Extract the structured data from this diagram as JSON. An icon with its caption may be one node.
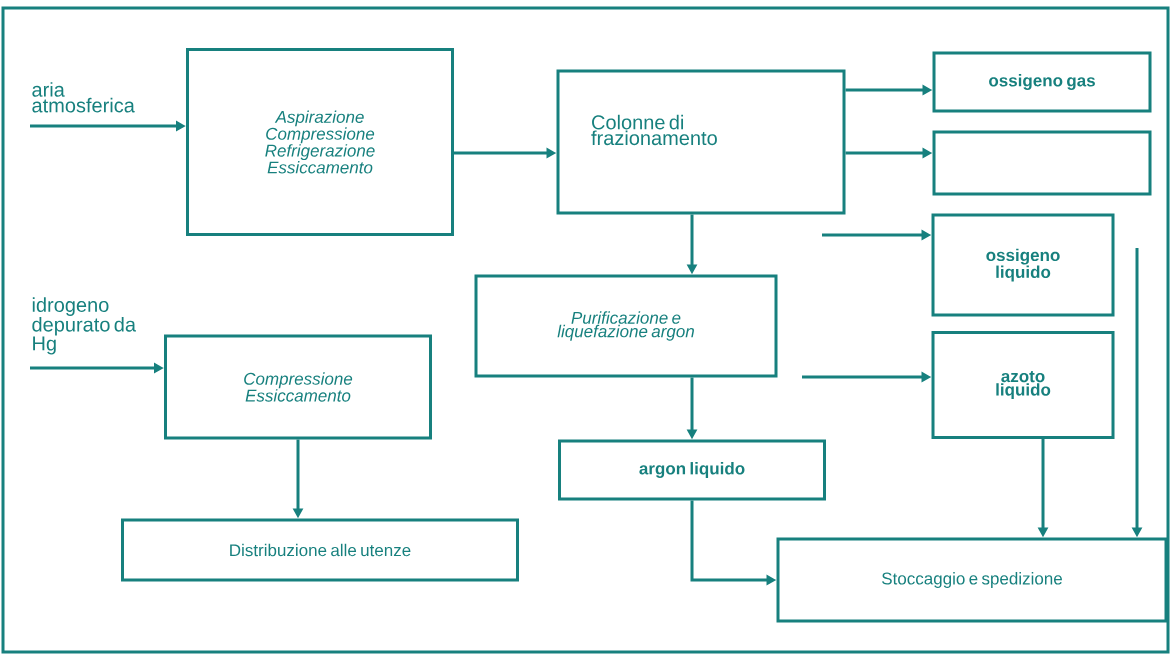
{
  "diagram": {
    "nodes": [
      {
        "text": [
          "aria atmosferica"
        ]
      },
      {
        "text": [
          "Aspirazione Compressione Refrigerazione Essiccamento"
        ]
      },
      {
        "text": [
          "Colonne di frazionamento"
        ]
      },
      {
        "text": [
          "ossigeno gas"
        ]
      },
      {
        "text": [],
        "shape": "box"
      },
      {
        "text": [
          "ossigeno liquido"
        ]
      },
      {
        "text": [
          "idrogeno depurato da Hg"
        ]
      },
      {
        "text": [
          "Compressione Essiccamento"
        ]
      },
      {
        "text": [
          "Purificazione e liquefazione argon"
        ]
      },
      {
        "text": [
          "azoto liquido"
        ]
      },
      {
        "text": [
          "argon liquido"
        ]
      },
      {
        "text": [
          "Distribuzione alle utenze"
        ]
      },
      {
        "text": [
          "Stoccaggio e spedizione"
        ]
      }
    ],
    "edges": [
      {
        "from": 0,
        "to": 1,
        "arrow": "to"
      },
      {
        "from": 1,
        "to": 2,
        "arrow": "to"
      },
      {
        "from": 2,
        "to": 3,
        "arrow": "to"
      },
      {
        "from": 2,
        "to": 4,
        "arrow": "to"
      },
      {
        "from": null,
        "to": 5,
        "arrow": "to"
      },
      {
        "from": 2,
        "to": 8,
        "arrow": "to"
      },
      {
        "from": null,
        "to": 9,
        "arrow": "to"
      },
      {
        "from": 6,
        "to": 7,
        "arrow": "to"
      },
      {
        "from": 7,
        "to": 11,
        "arrow": "to"
      },
      {
        "from": 8,
        "to": 10,
        "arrow": "to"
      },
      {
        "from": 10,
        "to": 12,
        "arrow": "to"
      },
      {
        "from": 9,
        "to": 12,
        "arrow": "to"
      },
      {
        "from": null,
        "to": 12,
        "arrow": "to"
      }
    ]
  }
}
